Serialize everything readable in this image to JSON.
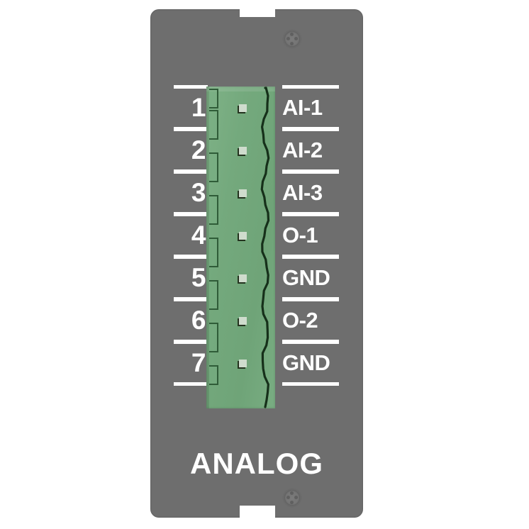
{
  "module": {
    "title": "ANALOG",
    "faceplate_color": "#6e6e6e",
    "connector_color": "#74a97d",
    "label_color": "#ffffff"
  },
  "terminal_block": {
    "pin_count": 7,
    "pins": [
      {
        "number": "1",
        "label": "AI-1"
      },
      {
        "number": "2",
        "label": "AI-2"
      },
      {
        "number": "3",
        "label": "AI-3"
      },
      {
        "number": "4",
        "label": "O-1"
      },
      {
        "number": "5",
        "label": "GND"
      },
      {
        "number": "6",
        "label": "O-2"
      },
      {
        "number": "7",
        "label": "GND"
      }
    ]
  },
  "hardware": {
    "screw_top": "screw-icon",
    "screw_bottom": "screw-icon",
    "notch_top": "keying-notch",
    "notch_bottom": "keying-notch"
  }
}
